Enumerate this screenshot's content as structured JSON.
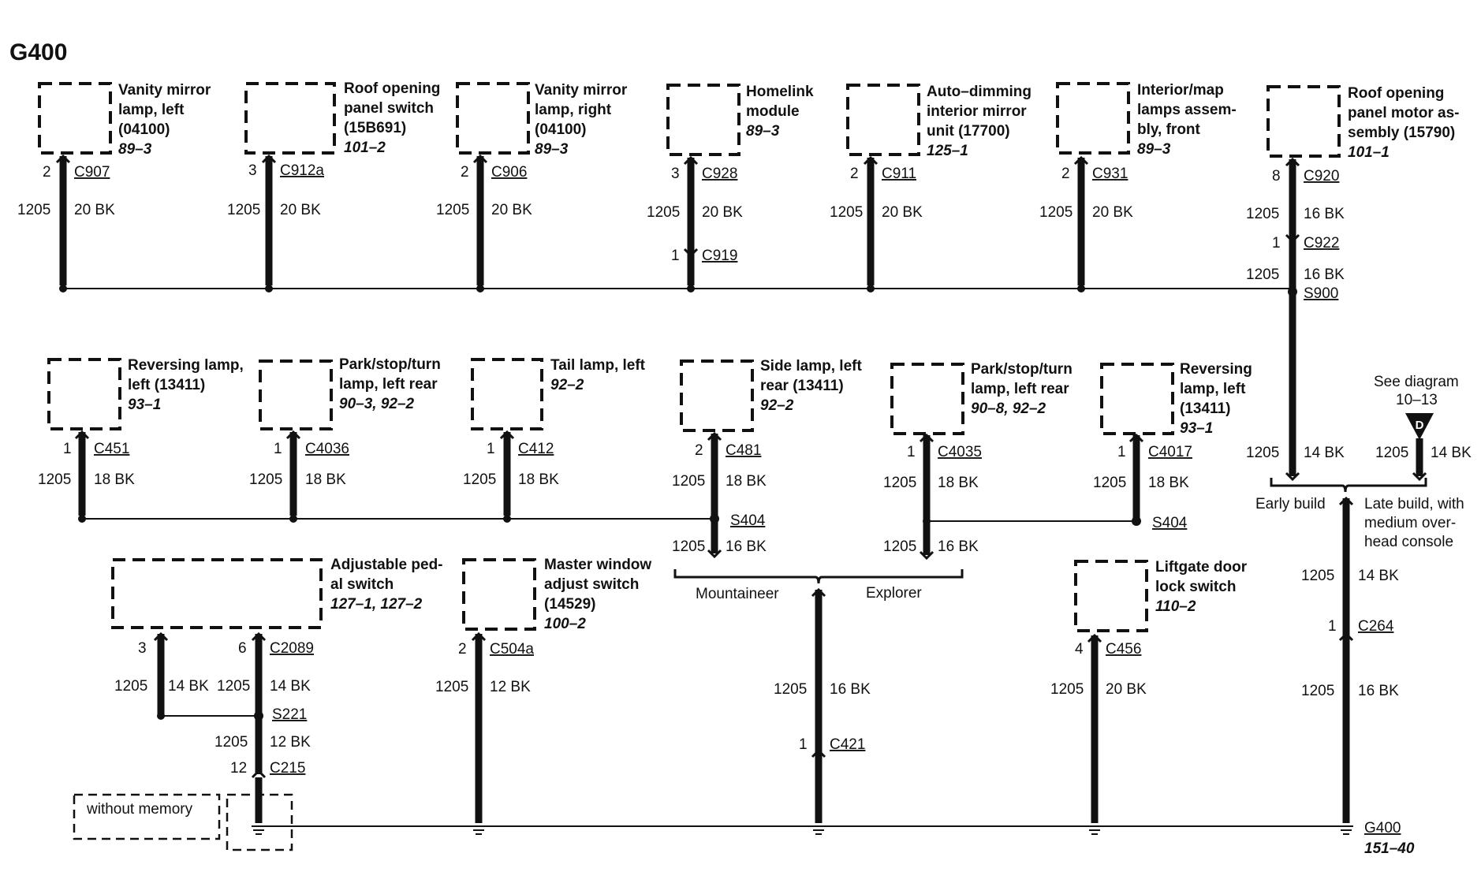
{
  "title": "G400",
  "ground": {
    "name": "G400",
    "ref": "151–40"
  },
  "row1": [
    {
      "pin": "2",
      "conn": "C907",
      "circuit": "1205",
      "gauge": "20 BK",
      "lines": [
        "Vanity mirror",
        "lamp, left",
        "(04100)"
      ],
      "ref": "89–3"
    },
    {
      "pin": "3",
      "conn": "C912a",
      "circuit": "1205",
      "gauge": "20 BK",
      "lines": [
        "Roof opening",
        "panel switch",
        "(15B691)"
      ],
      "ref": "101–2"
    },
    {
      "pin": "2",
      "conn": "C906",
      "circuit": "1205",
      "gauge": "20 BK",
      "lines": [
        "Vanity mirror",
        "lamp, right",
        "(04100)"
      ],
      "ref": "89–3"
    },
    {
      "pin": "3",
      "conn": "C928",
      "circuit": "1205",
      "gauge": "20 BK",
      "lines": [
        "Homelink",
        "module"
      ],
      "ref": "89–3",
      "pin2": "1",
      "conn2": "C919"
    },
    {
      "pin": "2",
      "conn": "C911",
      "circuit": "1205",
      "gauge": "20 BK",
      "lines": [
        "Auto–dimming",
        "interior mirror",
        "unit (17700)"
      ],
      "ref": "125–1"
    },
    {
      "pin": "2",
      "conn": "C931",
      "circuit": "1205",
      "gauge": "20 BK",
      "lines": [
        "Interior/map",
        "lamps assem-",
        "bly, front"
      ],
      "ref": "89–3"
    },
    {
      "pin": "8",
      "conn": "C920",
      "circuit": "1205",
      "gauge": "16 BK",
      "lines": [
        "Roof opening",
        "panel motor as-",
        "sembly (15790)"
      ],
      "ref": "101–1",
      "pin2": "1",
      "conn2": "C922",
      "circuit2": "1205",
      "gauge2": "16 BK",
      "splice": "S900"
    }
  ],
  "row2": [
    {
      "pin": "1",
      "conn": "C451",
      "circuit": "1205",
      "gauge": "18 BK",
      "lines": [
        "Reversing lamp,",
        "left (13411)"
      ],
      "ref": "93–1"
    },
    {
      "pin": "1",
      "conn": "C4036",
      "circuit": "1205",
      "gauge": "18 BK",
      "lines": [
        "Park/stop/turn",
        "lamp, left rear"
      ],
      "ref": "90–3, 92–2"
    },
    {
      "pin": "1",
      "conn": "C412",
      "circuit": "1205",
      "gauge": "18 BK",
      "lines": [
        "Tail lamp, left"
      ],
      "ref": "92–2"
    },
    {
      "pin": "2",
      "conn": "C481",
      "circuit": "1205",
      "gauge": "18 BK",
      "lines": [
        "Side lamp, left",
        "rear (13411)"
      ],
      "ref": "92–2",
      "splice": "S404",
      "circuit2": "1205",
      "gauge2": "16 BK"
    },
    {
      "pin": "1",
      "conn": "C4035",
      "circuit": "1205",
      "gauge": "18 BK",
      "lines": [
        "Park/stop/turn",
        "lamp, left rear"
      ],
      "ref": "90–8, 92–2",
      "circuit2": "1205",
      "gauge2": "16 BK"
    },
    {
      "pin": "1",
      "conn": "C4017",
      "circuit": "1205",
      "gauge": "18 BK",
      "lines": [
        "Reversing",
        "lamp, left",
        "(13411)"
      ],
      "ref": "93–1",
      "splice": "S404"
    }
  ],
  "variants": {
    "mountaineer": "Mountaineer",
    "explorer": "Explorer",
    "early": "Early build",
    "late_lines": [
      "Late build, with",
      "medium over-",
      "head console"
    ],
    "see_lines": [
      "See diagram",
      "10–13"
    ],
    "see_badge": "D"
  },
  "right_branch": {
    "left_circuit": "1205",
    "left_gauge": "14 BK",
    "right_circuit": "1205",
    "right_gauge": "14 BK",
    "mid_circuit": "1205",
    "mid_gauge": "14 BK",
    "pin": "1",
    "conn": "C264",
    "low_circuit": "1205",
    "low_gauge": "16 BK"
  },
  "row3": {
    "pedal": {
      "lines": [
        "Adjustable ped-",
        "al switch"
      ],
      "ref": "127–1, 127–2",
      "pin_a": "3",
      "pin_b": "6",
      "conn": "C2089",
      "circuit_a": "1205",
      "gauge_a": "14 BK",
      "circuit_b": "1205",
      "gauge_b": "14 BK",
      "splice": "S221",
      "circuit_c": "1205",
      "gauge_c": "12 BK",
      "pin_c": "12",
      "conn_c": "C215",
      "note": "without memory"
    },
    "window": {
      "lines": [
        "Master window",
        "adjust switch",
        "(14529)"
      ],
      "ref": "100–2",
      "pin": "2",
      "conn": "C504a",
      "circuit": "1205",
      "gauge": "12 BK"
    },
    "mid": {
      "circuit": "1205",
      "gauge": "16 BK",
      "pin": "1",
      "conn": "C421"
    },
    "liftgate": {
      "lines": [
        "Liftgate door",
        "lock switch"
      ],
      "ref": "110–2",
      "pin": "4",
      "conn": "C456",
      "circuit": "1205",
      "gauge": "20 BK"
    }
  }
}
